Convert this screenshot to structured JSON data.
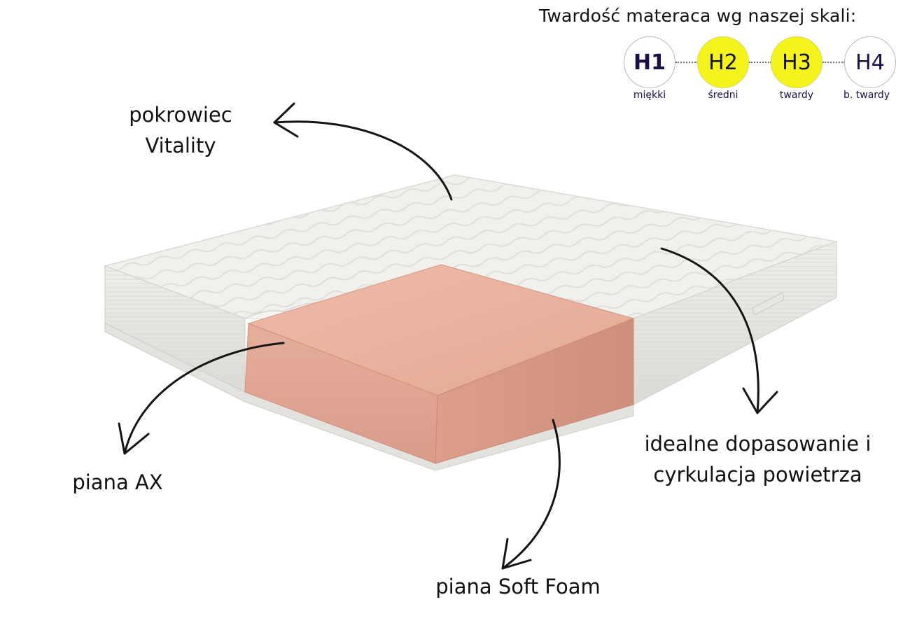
{
  "scale": {
    "title": "Twardość materaca wg naszej skali:",
    "levels": [
      {
        "code": "H1",
        "label": "miękki",
        "highlighted": false
      },
      {
        "code": "H2",
        "label": "średni",
        "highlighted": true
      },
      {
        "code": "H3",
        "label": "twardy",
        "highlighted": true
      },
      {
        "code": "H4",
        "label": "b. twardy",
        "highlighted": false
      }
    ],
    "highlight_color": "#f4f31c",
    "text_color": "#1c0d45"
  },
  "callouts": {
    "cover_line1": "pokrowiec",
    "cover_line2": "Vitality",
    "ax_foam": "piana AX",
    "soft_foam": "piana Soft Foam",
    "fit_line1": "idealne dopasowanie i",
    "fit_line2": "cyrkulacja powietrza"
  },
  "colors": {
    "cover": "#eeedea",
    "foam": "#e6ab98",
    "arrow": "#141414"
  }
}
